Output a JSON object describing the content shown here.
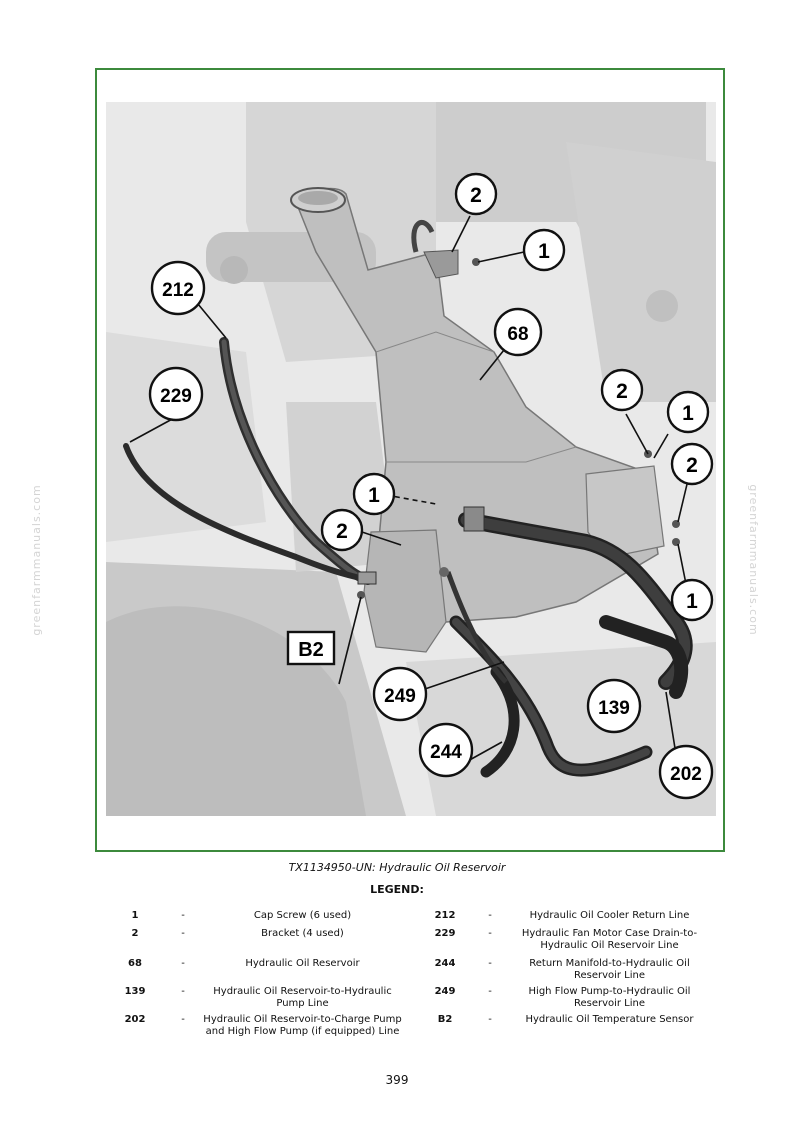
{
  "figure": {
    "caption": "TX1134950-UN: Hydraulic Oil Reservoir",
    "callouts": [
      "2",
      "1",
      "212",
      "68",
      "229",
      "2",
      "1",
      "2",
      "1",
      "2",
      "1",
      "B2",
      "249",
      "139",
      "244",
      "202"
    ]
  },
  "legend": {
    "title": "LEGEND:",
    "dash": "-",
    "rows": [
      {
        "left": {
          "num": "1",
          "desc": "Cap Screw (6 used)"
        },
        "right": {
          "num": "212",
          "desc": "Hydraulic Oil Cooler Return Line"
        }
      },
      {
        "left": {
          "num": "2",
          "desc": "Bracket (4 used)"
        },
        "right": {
          "num": "229",
          "desc": "Hydraulic Fan Motor Case Drain-to-Hydraulic Oil Reservoir Line"
        }
      },
      {
        "left": {
          "num": "68",
          "desc": "Hydraulic Oil Reservoir"
        },
        "right": {
          "num": "244",
          "desc": "Return Manifold-to-Hydraulic Oil Reservoir Line"
        }
      },
      {
        "left": {
          "num": "139",
          "desc": "Hydraulic Oil Reservoir-to-Hydraulic Pump Line"
        },
        "right": {
          "num": "249",
          "desc": "High Flow Pump-to-Hydraulic Oil Reservoir Line"
        }
      },
      {
        "left": {
          "num": "202",
          "desc": "Hydraulic Oil Reservoir-to-Charge Pump and High Flow Pump (if equipped) Line"
        },
        "right": {
          "num": "B2",
          "desc": "Hydraulic Oil Temperature Sensor"
        }
      }
    ]
  },
  "page_number": "399",
  "watermark": "greenfarmmanuals.com"
}
